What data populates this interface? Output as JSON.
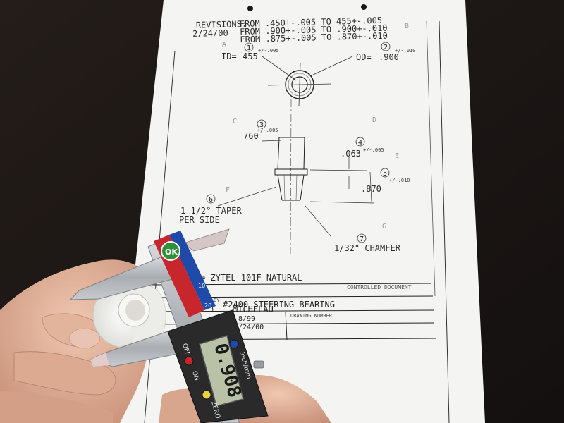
{
  "drawing": {
    "revisions": {
      "label": "REVISIONS:",
      "date": "2/24/00",
      "lines": [
        "FROM .450+-.005 TO 455+-.005",
        "FROM .900+-.005 TO .900+-.010",
        "FROM .875+-.005 TO .870+-.010"
      ]
    },
    "id_label": "ID=",
    "id_value": "455",
    "id_tol": "+/-.005",
    "od_label": "OD=",
    "od_value": ".900",
    "od_tol": "+/-.010",
    "dim_760": "760",
    "dim_760_tol": "+/-.005",
    "dim_063": ".063",
    "dim_063_tol": "+/-.005",
    "dim_870": ".870",
    "dim_870_tol": "+/-.010",
    "taper_line1": "1 1/2° TAPER",
    "taper_line2": "PER SIDE",
    "chamfer": "1/32\" CHAMFER",
    "balloons": [
      "1",
      "2",
      "3",
      "4",
      "5",
      "6",
      "7"
    ],
    "zone_letters": [
      "A",
      "B",
      "C",
      "D",
      "E",
      "F",
      "G"
    ],
    "material": "= ZYTEL 101F NATURAL",
    "controlled": "CONTROLLED DOCUMENT",
    "title_prefix": "FO",
    "title": "#2400 STEERING BEARING",
    "drawn_by": "MICHELAU",
    "drawing_number_label": "DRAWING NUMBER",
    "date1": "8/99",
    "date2": "2/24/00",
    "by_label": "BY"
  },
  "caliper": {
    "reading": "0.908",
    "off_label": "OFF",
    "on_label": "ON",
    "zero_label": "ZERO",
    "unit_label": "inch/mm",
    "sticker": "OK",
    "scale_numbers": [
      "10",
      "20"
    ]
  },
  "colors": {
    "background": "#1c1714",
    "paper": "#f4f4f2",
    "caliper_steel": "#b8bcc0",
    "caliper_body": "#2a2a2a",
    "sticker_red": "#c8262d",
    "sticker_blue": "#1f4aa8",
    "lcd": "#b9c2a6",
    "skin": "#e0b39a"
  }
}
